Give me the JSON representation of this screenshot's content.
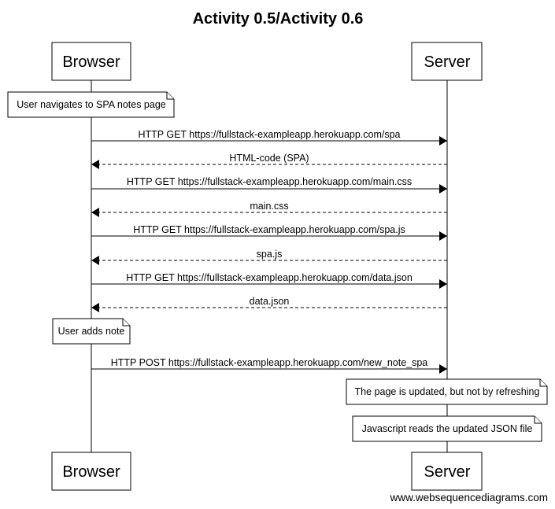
{
  "title": "Activity 0.5/Activity 0.6",
  "actors": {
    "browser": "Browser",
    "server": "Server"
  },
  "notes": {
    "n1": "User navigates to SPA notes page",
    "n2": "User adds note",
    "n3": "The page is updated, but not by refreshing",
    "n4": "Javascript reads the updated JSON file"
  },
  "messages": {
    "m1": "HTTP GET https://fullstack-exampleapp.herokuapp.com/spa",
    "m2": "HTML-code (SPA)",
    "m3": "HTTP GET https://fullstack-exampleapp.herokuapp.com/main.css",
    "m4": "main.css",
    "m5": "HTTP GET https://fullstack-exampleapp.herokuapp.com/spa.js",
    "m6": "spa.js",
    "m7": "HTTP GET https://fullstack-exampleapp.herokuapp.com/data.json",
    "m8": "data.json",
    "m9": "HTTP POST https://fullstack-exampleapp.herokuapp.com/new_note_spa"
  },
  "watermark": "www.websequencediagrams.com"
}
